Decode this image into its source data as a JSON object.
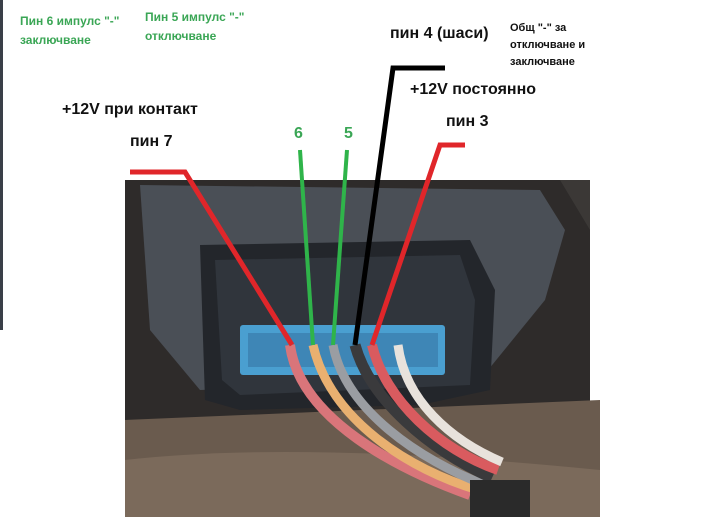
{
  "labels": {
    "pin6_title": "Пин 6 импулс \"-\"",
    "pin6_sub": "заключване",
    "pin5_title": "Пин 5 импулс \"-\"",
    "pin5_sub": "отключване",
    "pin4": "пин 4 (шаси)",
    "common_minus_1": "Общ \"-\" за",
    "common_minus_2": "отключване и",
    "common_minus_3": "заключване",
    "plus12_const": "+12V постоянно",
    "pin3": "пин 3",
    "plus12_ignition": "+12V при контакт",
    "pin7": "пин 7",
    "num6": "6",
    "num5": "5"
  },
  "colors": {
    "red": "#e0262a",
    "green": "#2fb44a",
    "black": "#000000",
    "connector_blue": "#4a9fd0"
  }
}
